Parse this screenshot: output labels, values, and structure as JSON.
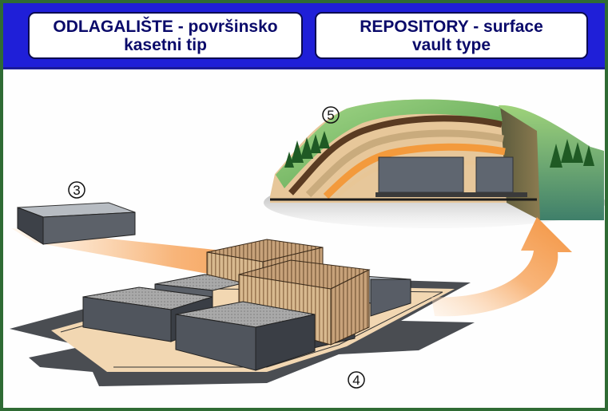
{
  "header": {
    "left_title": {
      "line1": "ODLAGALIŠTE - površinsko",
      "line2": "kasetni tip"
    },
    "right_title": {
      "line1": "REPOSITORY - surface",
      "line2": "vault type"
    }
  },
  "markers": {
    "package": "3",
    "site": "4",
    "vault": "5"
  },
  "colors": {
    "header_bg": "#1f1fd8",
    "frame_border": "#2f6b34",
    "title_text": "#0a0a6a",
    "flow_arrow": "#f5a25a"
  }
}
